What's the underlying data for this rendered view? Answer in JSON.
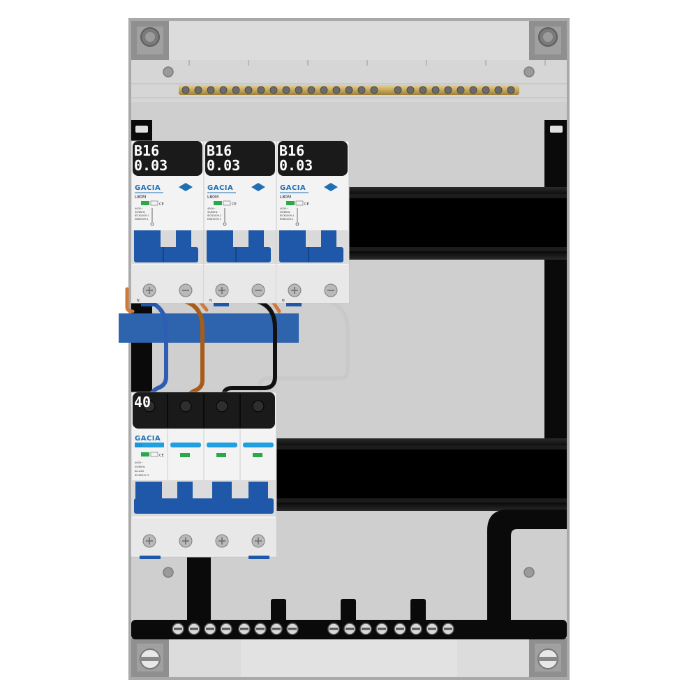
{
  "colors": {
    "enclosure_frame": "#a7a7a7",
    "enclosure_back": "#cdcdcd",
    "din_rail": "#000000",
    "module_body": "#f2f2f2",
    "module_toggle": "#1f57a9",
    "label_bg": "#1a1a1a",
    "busbar_comb": "#2e63ad",
    "pe_busbar": "#c8a85a",
    "wire_brown": "#a85c1a",
    "wire_blue": "#2e5db3",
    "wire_black": "#111111",
    "wire_grey": "#c9c9c9"
  },
  "rcbos": [
    {
      "rating": "B16",
      "sensitivity": "0.03",
      "brand": "GACIA",
      "model": "L80M",
      "specs": [
        "400V~",
        "50/60Hz",
        "IEC61009-1",
        "EN61009-1"
      ],
      "terminal_n": "N"
    },
    {
      "rating": "B16",
      "sensitivity": "0.03",
      "brand": "GACIA",
      "model": "L80M",
      "specs": [
        "400V~",
        "50/60Hz",
        "IEC61009-1",
        "EN61009-1"
      ],
      "terminal_n": "N"
    },
    {
      "rating": "B16",
      "sensitivity": "0.03",
      "brand": "GACIA",
      "model": "L80M",
      "specs": [
        "400V~",
        "50/60Hz",
        "IEC61009-1",
        "EN61009-1"
      ],
      "terminal_n": "N"
    }
  ],
  "main_switch": {
    "rating": "40",
    "brand": "GACIA",
    "model": "DH",
    "specs": [
      "400V~",
      "50/60Hz",
      "AC-22A",
      "IEC60947-3"
    ]
  },
  "icons": {
    "corner_screw": "screw-icon",
    "brand_logo": "diamond-logo-icon",
    "ce_mark": "ce-mark-icon"
  }
}
